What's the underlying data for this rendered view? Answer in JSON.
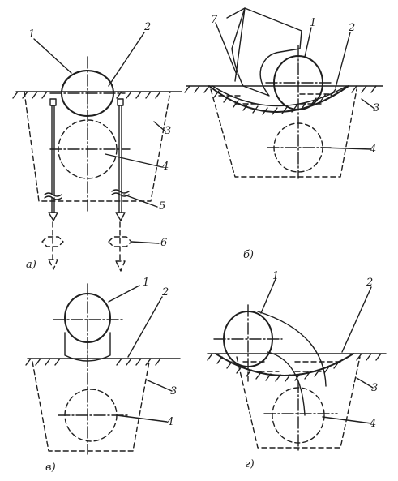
{
  "panels": {
    "a": {
      "letter": "а)",
      "callouts": [
        "1",
        "2",
        "3",
        "4",
        "5",
        "6"
      ]
    },
    "b": {
      "letter": "б)",
      "callouts": [
        "7",
        "1",
        "2",
        "3",
        "4"
      ]
    },
    "c": {
      "letter": "в)",
      "callouts": [
        "1",
        "2",
        "3",
        "4"
      ]
    },
    "d": {
      "letter": "г)",
      "callouts": [
        "1",
        "2",
        "3",
        "4"
      ]
    }
  },
  "colors": {
    "ink": "#1f1f1f",
    "paper": "#ffffff"
  }
}
